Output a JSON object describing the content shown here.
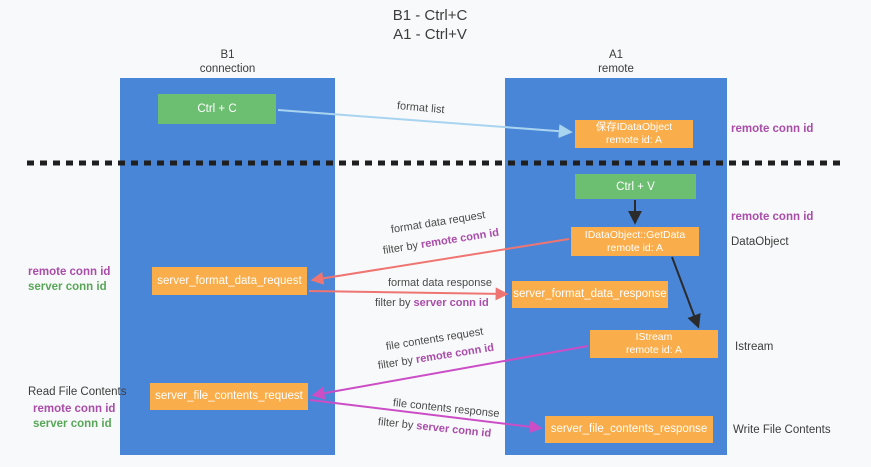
{
  "title": {
    "line1": "B1 - Ctrl+C",
    "line2": "A1 - Ctrl+V"
  },
  "columns": {
    "left": {
      "title": "B1",
      "subtitle": "connection"
    },
    "right": {
      "title": "A1",
      "subtitle": "remote"
    }
  },
  "nodes": {
    "ctrl_c": "Ctrl + C",
    "save_idataobject": {
      "line1": "保存IDataObject",
      "line2": "remote id: A"
    },
    "ctrl_v": "Ctrl + V",
    "idataobject_getdata": {
      "line1": "IDataObject::GetData",
      "line2": "remote id: A"
    },
    "server_format_data_request": "server_format_data_request",
    "server_format_data_response": "server_format_data_response",
    "istream": {
      "line1": "IStream",
      "line2": "remote id: A"
    },
    "server_file_contents_request": "server_file_contents_request",
    "server_file_contents_response": "server_file_contents_response"
  },
  "arrow_labels": {
    "format_list": "format list",
    "format_data_request": "format data request",
    "format_data_request_filter_prefix": "filter by ",
    "format_data_request_filter_id": "remote conn id",
    "format_data_response": "format data response",
    "format_data_response_filter_prefix": "filter by ",
    "format_data_response_filter_id": "server conn id",
    "file_contents_request": "file contents request",
    "file_contents_request_filter_prefix": "filter by ",
    "file_contents_request_filter_id": "remote conn id",
    "file_contents_response": "file contents response",
    "file_contents_response_filter_prefix": "filter by ",
    "file_contents_response_filter_id": "server conn id"
  },
  "annotations": {
    "right_remote_conn_id_top": "remote conn id",
    "right_remote_conn_id_mid": "remote conn id",
    "dataobject": "DataObject",
    "istream": "Istream",
    "write_file_contents": "Write File Contents",
    "left_remote_conn_id_top": "remote conn id",
    "left_server_conn_id_top": "server conn id",
    "read_file_contents": "Read File Contents",
    "left_remote_conn_id_bottom": "remote conn id",
    "left_server_conn_id_bottom": "server conn id"
  },
  "colors": {
    "column_blue": "#4a86d8",
    "box_green": "#6cbf70",
    "box_orange": "#f9ad4b",
    "arrow_red": "#ee7572",
    "arrow_magenta": "#cb4ec6",
    "arrow_lightblue": "#a9d4f0",
    "arrow_black": "#2b2b2b",
    "dashed_line": "#1f1f1f",
    "text_purple": "#aa4caa",
    "text_green": "#58a758"
  }
}
